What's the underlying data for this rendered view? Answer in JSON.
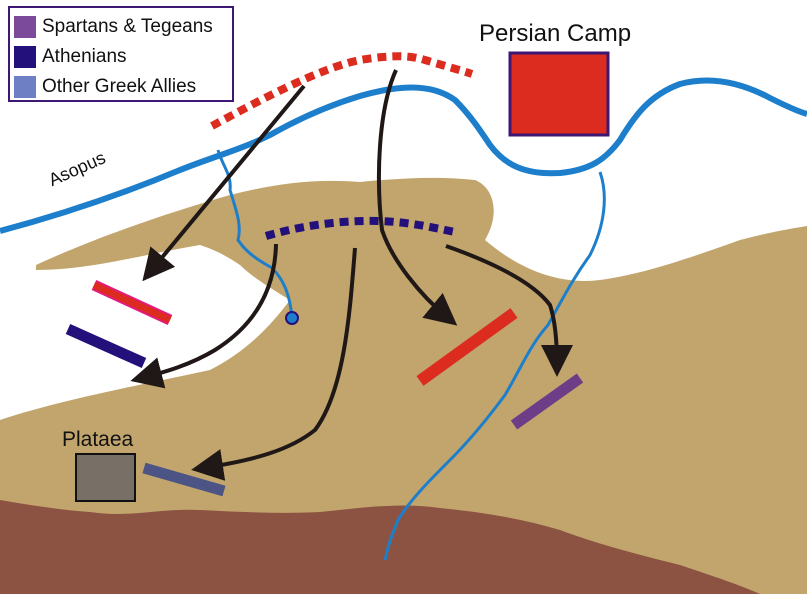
{
  "legend": {
    "items": [
      {
        "label": "Spartans & Tegeans",
        "color": "#7b4a9a"
      },
      {
        "label": "Athenians",
        "color": "#24107a"
      },
      {
        "label": "Other Greek Allies",
        "color": "#6e7fc4"
      }
    ]
  },
  "labels": {
    "persian_camp": "Persian Camp",
    "plataea": "Plataea",
    "river": "Asopus"
  },
  "colors": {
    "terrain": "#c2a56d",
    "hills": "#8c5343",
    "river": "#1d7fcc",
    "persian": "#dc2c1f",
    "persian_border": "#3d1773",
    "athenians": "#24107a",
    "spartans": "#6d3e87",
    "allies": "#4b5484",
    "city": "#787067",
    "arrow": "#1f1816"
  },
  "icons": {
    "persian_camp": "red-square-camp-icon",
    "plataea": "grey-square-city-icon"
  }
}
